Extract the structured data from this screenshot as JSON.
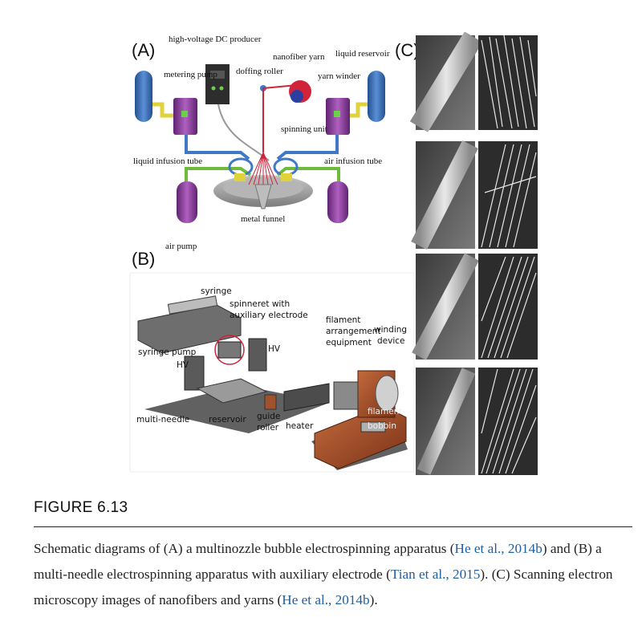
{
  "panelA": {
    "letter": "(A)",
    "labels": {
      "hv": "high-voltage DC producer",
      "nanofiber_yarn": "nanofiber yarn",
      "liquid_reservoir": "liquid reservoir",
      "metering_pump": "metering pump",
      "doffing_roller": "doffing roller",
      "yarn_winder": "yarn winder",
      "spinning_unit": "spinning unit",
      "liquid_infusion_tube": "liquid infusion tube",
      "air_infusion_tube": "air infusion tube",
      "metal_funnel": "metal funnel",
      "air_pump": "air pump"
    }
  },
  "panelB": {
    "letter": "(B)",
    "labels": {
      "syringe": "syringe",
      "spinneret_1": "spinneret with",
      "spinneret_2": "auxiliary electrode",
      "filament_1": "filament",
      "filament_2": "arrangement",
      "filament_3": "equipment",
      "winding_1": "winding",
      "winding_2": "device",
      "syringe_pump": "syringe pump",
      "hv_left": "HV",
      "hv_right": "HV",
      "multi_needle": "multi-needle",
      "reservoir": "reservoir",
      "guide_1": "guide",
      "guide_2": "roller",
      "heater": "heater",
      "bobbin_1": "filament",
      "bobbin_2": "bobbin"
    }
  },
  "panelC": {
    "letter": "(C)"
  },
  "caption": {
    "figure_label": "FIGURE 6.13",
    "t1": "Schematic diagrams of (A) a multinozzle bubble electrospinning apparatus (",
    "c1": "He et al., 2014b",
    "t2": ") and (B) a multi-needle electrospinning apparatus with auxiliary electrode (",
    "c2": "Tian et al., 2015",
    "t3": "). (C) Scanning electron microscopy images of nanofibers and yarns (",
    "c3": "He et al., 2014b",
    "t4": ")."
  },
  "colors": {
    "reservoir_blue": "#3c6db5",
    "pump_purple": "#8b3f9b",
    "tube_yellow": "#e0d23a",
    "tube_blue": "#3f78c8",
    "tube_green": "#6dbb3a",
    "fiber_red": "#d0243a",
    "link_blue": "#1f5fa0"
  }
}
